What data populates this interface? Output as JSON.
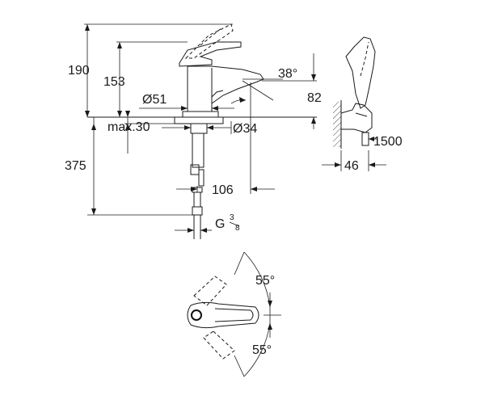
{
  "dimensions": {
    "overall_height": "190",
    "spout_height": "153",
    "spout_angle": "38°",
    "lever_height": "82",
    "base_diameter": "Ø51",
    "deck_thickness": "max.30",
    "hole_diameter": "Ø34",
    "below_deck": "375",
    "projection": "106",
    "thread": "G",
    "thread_num": "3",
    "thread_den": "8",
    "hose_length": "1500",
    "holder_depth": "46"
  },
  "plan_view": {
    "angle_back": "55°",
    "angle_front": "55°"
  }
}
